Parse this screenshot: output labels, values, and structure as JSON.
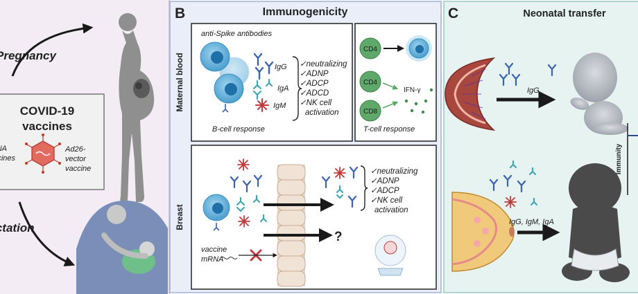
{
  "panel_a": {
    "pregnancy_label": "Pregnancy",
    "lactation_label": "Lactation",
    "vaccines_title_line1": "COVID-19",
    "vaccines_title_line2": "vaccines",
    "mrna_line1": "mRNA",
    "mrna_line2": "vaccines",
    "ad26_line1": "Ad26-",
    "ad26_line2": "vector",
    "ad26_line3": "vaccine"
  },
  "panel_b": {
    "letter": "B",
    "title": "Immunogenicity",
    "maternal_blood_label": "Maternal blood",
    "breast_label": "Breast",
    "antibodies_label": "anti-Spike antibodies",
    "igg": "IgG",
    "iga": "IgA",
    "igm": "IgM",
    "functions_blood": [
      "✓neutralizing",
      "✓ADNP",
      "✓ADCP",
      "✓ADCD",
      "✓NK cell",
      "activation"
    ],
    "bcell_caption": "B-cell response",
    "tcell_caption": "T-cell response",
    "cd4_a": "CD4",
    "cd4_b": "CD4",
    "cd8": "CD8",
    "ifn": "IFN-γ",
    "functions_breast": [
      "✓neutralizing",
      "✓ADNP",
      "✓ADCP",
      "✓NK cell",
      "activation"
    ],
    "question": "?",
    "vaccine_line1": "vaccine",
    "vaccine_line2": "mRNA"
  },
  "panel_c": {
    "letter": "C",
    "title": "Neonatal transfer",
    "igg_label": "IgG",
    "milk_label": "IgG, IgM, IgA",
    "immunity_label": "Immunity"
  },
  "colors": {
    "panel_a_bg": "#f3ecf4",
    "panel_b_bg": "#e9eef8",
    "panel_c_bg": "#e6f3f1",
    "b_cell": "#5aaed8",
    "t_cell_green": "#5ea86a",
    "antibody_blue": "#3b63b2",
    "antibody_teal": "#3fa6b4",
    "antibody_red": "#c23a3a"
  }
}
